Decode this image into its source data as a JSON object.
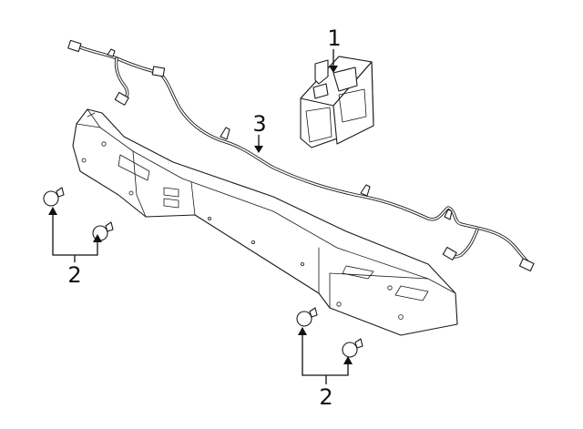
{
  "diagram": {
    "callouts": {
      "part_1": "1",
      "part_2_left": "2",
      "part_2_bottom": "2",
      "part_3": "3"
    },
    "colors": {
      "line": "#1a1a1a",
      "background": "#ffffff"
    }
  }
}
